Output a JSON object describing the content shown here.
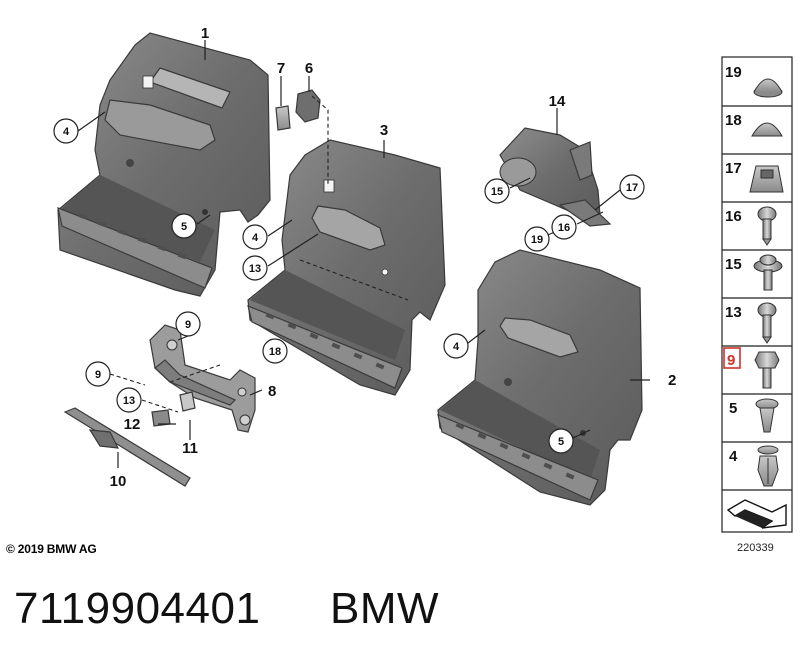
{
  "callouts": {
    "c1": "1",
    "c2": "2",
    "c3": "3",
    "c4a": "4",
    "c4b": "4",
    "c4c": "4",
    "c5a": "5",
    "c5b": "5",
    "c6": "6",
    "c7": "7",
    "c8": "8",
    "c9a": "9",
    "c9b": "9",
    "c10": "10",
    "c11": "11",
    "c12": "12",
    "c13a": "13",
    "c13b": "13",
    "c14": "14",
    "c15": "15",
    "c16": "16",
    "c17": "17",
    "c18": "18",
    "c19": "19"
  },
  "parts_column": [
    {
      "number": "19",
      "icon": "cap-icon"
    },
    {
      "number": "18",
      "icon": "cap-icon"
    },
    {
      "number": "17",
      "icon": "clip-nut-icon"
    },
    {
      "number": "16",
      "icon": "screw-icon"
    },
    {
      "number": "15",
      "icon": "collar-screw-icon"
    },
    {
      "number": "13",
      "icon": "screw-icon"
    },
    {
      "number": "9",
      "icon": "hex-bolt-icon",
      "highlighted": true
    },
    {
      "number": "5",
      "icon": "push-rivet-icon"
    },
    {
      "number": "4",
      "icon": "expanding-rivet-icon"
    }
  ],
  "highlight_color": "#d0342c",
  "copyright": "© 2019 BMW AG",
  "diagram_id": "220339",
  "part_number": "7119904401",
  "brand": "BMW"
}
